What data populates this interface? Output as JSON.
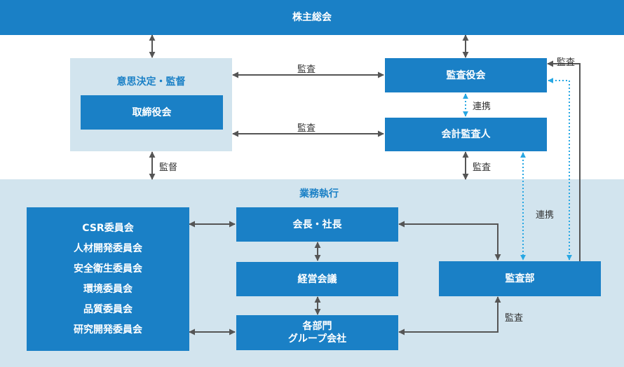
{
  "colors": {
    "box_blue": "#1a80c6",
    "panel_blue": "#d2e4ee",
    "line_gray": "#555555",
    "dotted_blue": "#27a7e3"
  },
  "nodes": {
    "shareholders": "株主総会",
    "decision_group_title": "意思決定・監督",
    "board": "取締役会",
    "auditors": "監査役会",
    "accounting_auditor": "会計監査人",
    "execution_title": "業務執行",
    "committees": [
      "CSR委員会",
      "人材開発委員会",
      "安全衛生委員会",
      "環境委員会",
      "品質委員会",
      "研究開発委員会"
    ],
    "chairman_president": "会長・社長",
    "management_council": "経営会議",
    "divisions": [
      "各部門",
      "グループ会社"
    ],
    "audit_dept": "監査部"
  },
  "edge_labels": {
    "board_auditors": "監査",
    "board_accounting": "監査",
    "auditors_accounting": "連携",
    "decision_execution": "監督",
    "accounting_execution": "監査",
    "accounting_auditdept": "連携",
    "auditors_auditdept": "監査",
    "auditdept_divisions": "監査"
  }
}
